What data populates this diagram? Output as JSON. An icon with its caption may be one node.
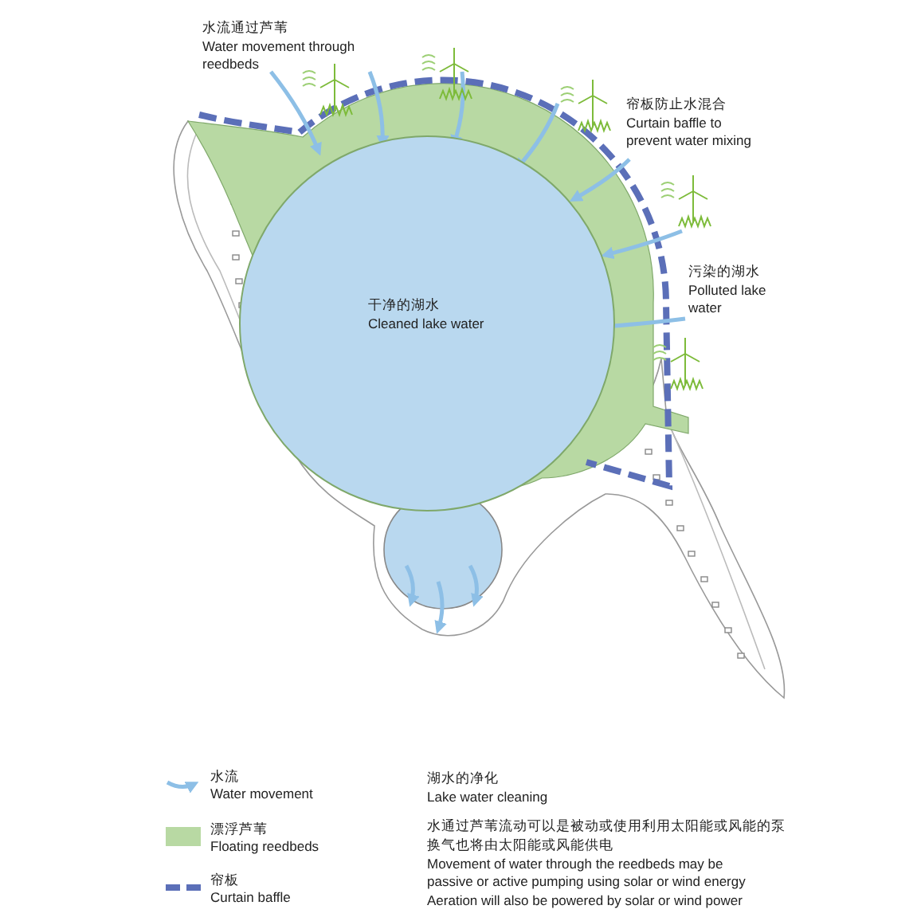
{
  "diagram": {
    "nodes": [
      {
        "text": [
          "干净的湖水",
          "Cleaned lake water"
        ]
      }
    ],
    "edges": [],
    "labels": [
      "水流通过芦苇",
      "Water movement through reedbeds",
      "帘板防止水混合",
      "Curtain baffle to prevent water mixing",
      "污染的湖水",
      "Polluted lake water",
      "湖水的净化",
      "Lake water cleaning",
      "水通过芦苇流动可以是被动或使用利用太阳能或风能的泵",
      "换气也将由太阳能或风能供电",
      "Movement of water through the reedbeds may be passive or active pumping using solar or wind energy",
      "Aeration will also be powered by solar or wind power"
    ],
    "legend": [
      {
        "text": "水流 Water movement"
      },
      {
        "text": "漂浮芦苇 Floating reedbeds",
        "color": "#b8d9a3"
      },
      {
        "text": "帘板 Curtain baffle"
      }
    ]
  }
}
